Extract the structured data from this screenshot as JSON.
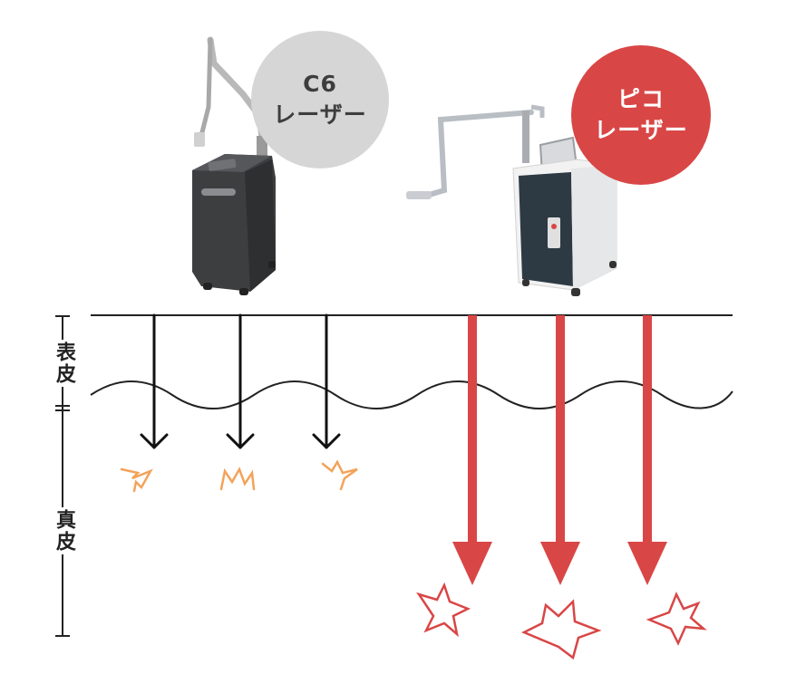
{
  "devices": {
    "c6": {
      "line1": "C6",
      "line2": "レーザー",
      "bubble_color": "#d6d6d6",
      "text_color": "#3e3e3e"
    },
    "pico": {
      "line1": "ピコ",
      "line2": "レーザー",
      "bubble_color": "#d94646",
      "text_color": "#ffffff"
    }
  },
  "skin_layers": {
    "epidermis": "表皮",
    "dermis": "真皮"
  },
  "colors": {
    "c6_arrow": "#111111",
    "c6_burst": "#f2a35a",
    "pico_arrow": "#d94646",
    "pico_burst": "#d94646",
    "surface_line": "#222222"
  }
}
